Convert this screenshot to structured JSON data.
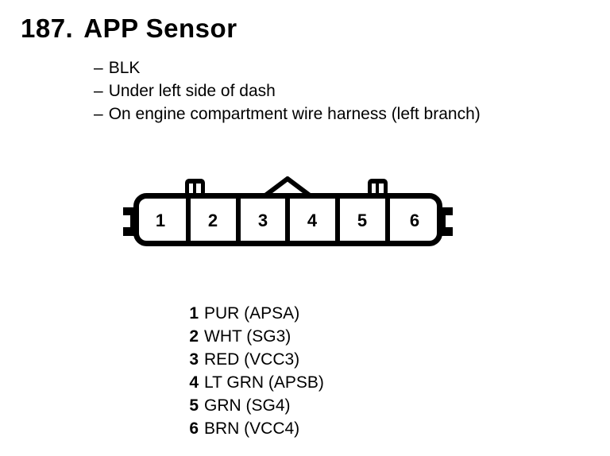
{
  "page": {
    "number": "187.",
    "title": "APP Sensor",
    "bullet": "–",
    "notes": [
      "BLK",
      "Under left side of dash",
      "On engine compartment wire harness (left branch)"
    ]
  },
  "connector": {
    "pins": [
      "1",
      "2",
      "3",
      "4",
      "5",
      "6"
    ]
  },
  "legend": [
    {
      "pin": "1",
      "label": "PUR (APSA)"
    },
    {
      "pin": "2",
      "label": "WHT (SG3)"
    },
    {
      "pin": "3",
      "label": "RED (VCC3)"
    },
    {
      "pin": "4",
      "label": "LT GRN (APSB)"
    },
    {
      "pin": "5",
      "label": "GRN (SG4)"
    },
    {
      "pin": "6",
      "label": "BRN (VCC4)"
    }
  ],
  "colors": {
    "ink": "#000000",
    "paper": "#ffffff"
  }
}
